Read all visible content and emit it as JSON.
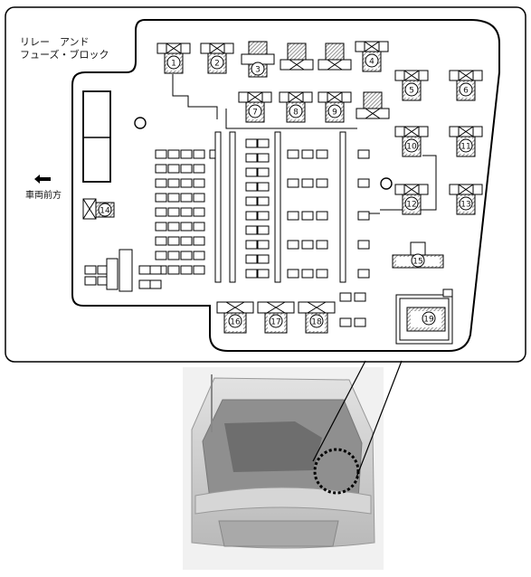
{
  "title_line1": "リレー　アンド",
  "title_line2": "フューズ・ブロック",
  "direction_label": "車両前方",
  "callouts": [
    "1",
    "2",
    "3",
    "4",
    "5",
    "6",
    "7",
    "8",
    "9",
    "10",
    "11",
    "12",
    "13",
    "14",
    "15",
    "16",
    "17",
    "18",
    "19"
  ],
  "colors": {
    "line": "#000000",
    "hatch": "#777777",
    "car": "#c9c9c9",
    "highlight": "#000000"
  }
}
